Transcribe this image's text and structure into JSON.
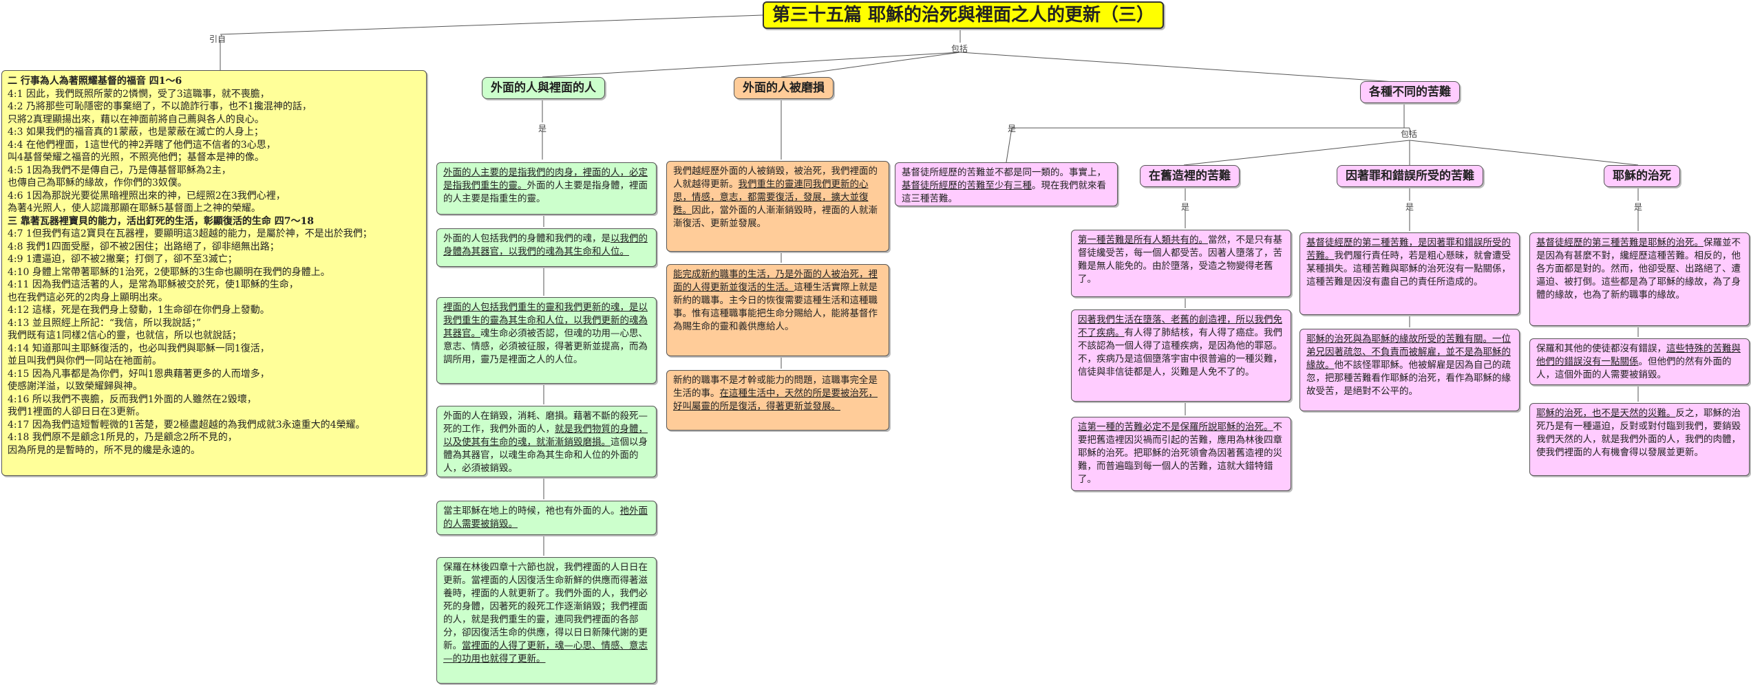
{
  "title": "第三十五篇  耶穌的治死與裡面之人的更新（三）",
  "edge_labels": {
    "cite": "引自",
    "include": "包括",
    "is": "是"
  },
  "verses": [
    {
      "t": "二    行事為人為著照耀基督的福音    四1～6",
      "b": true
    },
    {
      "t": "4:1    因此，我們既照所蒙的2憐憫，受了3這職事，就不喪膽，"
    },
    {
      "t": "4:2    乃將那些可恥隱密的事棄絕了，不以詭詐行事，也不1攙混神的話，"
    },
    {
      "t": "只將2真理顯揚出來，藉以在神面前將自己薦與各人的良心。"
    },
    {
      "t": "4:3    如果我們的福音真的1蒙蔽，也是蒙蔽在滅亡的人身上；"
    },
    {
      "t": "4:4    在他們裡面，1這世代的神2弄瞎了他們這不信者的3心思，"
    },
    {
      "t": "叫4基督榮耀之福音的光照，不照亮他們；基督本是神的像。"
    },
    {
      "t": "4:5    1因為我們不是傳自己，乃是傳基督耶穌為2主，"
    },
    {
      "t": "也傳自己為耶穌的緣故，作你們的3奴僕。"
    },
    {
      "t": "4:6    1因為那說光要從黑暗裡照出來的神，已經照2在3我們心裡，"
    },
    {
      "t": "為著4光照人，使人認識那顯在耶穌5基督面上之神的榮耀。"
    },
    {
      "t": "三    靠著瓦器裡寶貝的能力，活出釘死的生活，彰顯復活的生命    四7～18",
      "b": true
    },
    {
      "t": "4:7    1但我們有這2寶貝在瓦器裡，要顯明這3超越的能力，是屬於神，不是出於我們；"
    },
    {
      "t": "4:8    我們1四面受壓，卻不被2困住；出路絕了，卻非絕無出路；"
    },
    {
      "t": "4:9    1遭逼迫，卻不被2撇棄；打倒了，卻不至3滅亡；"
    },
    {
      "t": "4:10    身體上常帶著耶穌的1治死，2使耶穌的3生命也顯明在我們的身體上。"
    },
    {
      "t": "4:11    因為我們這活著的人，是常為耶穌被交於死，使1耶穌的生命，"
    },
    {
      "t": "也在我們這必死的2肉身上顯明出來。"
    },
    {
      "t": "4:12    這樣，死是在我們身上發動，1生命卻在你們身上發動。"
    },
    {
      "t": "4:13    並且照經上所記：“我信，所以我說話；”"
    },
    {
      "t": "我們既有這1同樣2信心的靈，也就信，所以也就說話；"
    },
    {
      "t": "4:14    知道那叫主耶穌復活的，也必叫我們與耶穌一同1復活，"
    },
    {
      "t": "並且叫我們與你們一同站在祂面前。"
    },
    {
      "t": "4:15    因為凡事都是為你們，好叫1恩典藉著更多的人而增多，"
    },
    {
      "t": "使感謝洋溢，以致榮耀歸與神。"
    },
    {
      "t": "4:16    所以我們不喪膽，反而我們1外面的人雖然在2毀壞，"
    },
    {
      "t": "我們1裡面的人卻日日在3更新。"
    },
    {
      "t": "4:17    因為我們這短暫輕微的1苦楚，要2極盡超越的為我們成就3永遠重大的4榮耀。"
    },
    {
      "t": "4:18    我們原不是顧念1所見的，乃是顧念2所不見的，"
    },
    {
      "t": "因為所見的是暫時的，所不見的纔是永遠的。"
    }
  ],
  "col1": {
    "header": "外面的人與裡面的人",
    "nodes": [
      {
        "u": "外面的人主要的是指我們的肉身，裡面的人，必定是指我們重生的靈。",
        "r": "外面的人主要是指身體，裡面的人主要是指重生的靈。"
      },
      {
        "r": "外面的人包括我們的身體和我們的魂，是",
        "u": "以我們的身體為其器官，以我們的魂為其生命和人位。",
        "order": "ru"
      },
      {
        "u": "裡面的人包括我們重生的靈和我們更新的魂，是以我們重生的靈為其生命和人位，以我們更新的魂為其器官。",
        "r": "魂生命必須被否認，但魂的功用—心思、意志、情感，必須被征服，得著更新並提高，而為調所用，靈乃是裡面之人的人位。"
      },
      {
        "r": "外面的人在銷毀，消耗、磨損。藉著不斷的殺死—死的工作，我們外面的人，",
        "u": "就是我們物質的身體，以及使其有生命的魂，就漸漸銷毀磨損。",
        "r2": "這個以身體為其器官，以魂生命為其生命和人位的外面的人，必須被銷毀。"
      },
      {
        "r": "當主耶穌在地上的時候，祂也有外面的人。",
        "u": "祂外面的人需要被銷毀。"
      },
      {
        "r": "保羅在林後四章十六節也說，我們裡面的人日日在更新。當裡面的人因復活生命新鮮的供應而得著滋養時，裡面的人就更新了。我們外面的人，我們必死的身體，因著死的殺死工作逐漸銷毀；我們裡面的人，就是我們重生的靈，連同我們裡面的各部分，卻因復活生命的供應，得以日日新陳代謝的更新。",
        "u": "當裡面的人得了更新，魂—心思、情感、意志—的功用也就得了更新。"
      }
    ]
  },
  "col2": {
    "header": "外面的人被磨損",
    "nodes": [
      {
        "r": "我們越經歷外面的人被銷毀，被治死，我們裡面的人就越得更新。",
        "u": "我們重生的靈連同我們更新的心思，情感，意志，都需要復活，發展，擴大並復甦。",
        "r2": "因此，當外面的人漸漸銷毀時，裡面的人就漸漸復活、更新並發展。"
      },
      {
        "u": "能完成新約職事的生活，乃是外面的人被治死，裡面的人得更新並復活的生活。",
        "r": "這種生活實際上就是新約的職事。主今日的恢復需要這種生活和這種職事。惟有這種職事能把生命分賜給人，能將基督作為賜生命的靈和義供應給人。"
      },
      {
        "r": "新約的職事不是才幹或能力的問題，這職事完全是生活的事。",
        "u": "在這種生活中，天然的所是要被治死，好叫屬靈的所是復活，得著更新並發展。"
      }
    ]
  },
  "col3": {
    "header": "各種不同的苦難",
    "intro": {
      "r": "基督徒所經歷的苦難並不都是同一類的。事實上，",
      "u": "基督徒所經歷的苦難至少有三種",
      "r2": "。現在我們就來看這三種苦難。"
    },
    "sub": [
      {
        "header": "在舊造裡的苦難",
        "nodes": [
          {
            "u": "第一種苦難是所有人類共有的。",
            "r": "當然，不是只有基督徒纔受苦，每一個人都受苦。因著人墮落了，苦難是無人能免的。由於墮落，受造之物變得老舊了。"
          },
          {
            "u": "因著我們生活在墮落、老舊的創造裡，所以我們免不了疾病。",
            "r": "有人得了肺結核，有人得了癌症。我們不該認為一個人得了這種疾病，是因為他的罪惡。不，疾病乃是這個墮落宇宙中很普遍的一種災難，信徒與非信徒都是人，災難是人免不了的。"
          },
          {
            "u": "這第一種的苦難必定不是保羅所說耶穌的治死。",
            "r": "不要把舊造裡因災禍而引起的苦難，應用為林後四章耶穌的治死。把耶穌的治死領會為因著舊造裡的災難，而普遍臨到每一個人的苦難，這就大錯特錯了。"
          }
        ]
      },
      {
        "header": "因著罪和錯誤所受的苦難",
        "nodes": [
          {
            "u": "基督徒經歷的第二種苦難，是因著罪和錯誤所受的苦難。",
            "r": "我們履行責任時，若是粗心懸昧，就會遭受某種損失。這種苦難與耶穌的治死沒有一點關係，這種苦難是因沒有盡自己的責任所造成的。"
          },
          {
            "u": "耶穌的治死與為耶穌的緣故所受的苦難有關。一位弟兄因著疏忽、不負責而被解雇，並不是為耶穌的緣故。",
            "r": "他不該怪罪耶穌。他被解雇是因為自己的疏忽，把那種苦難看作耶穌的治死，看作為耶穌的緣故受苦，是絕對不公平的。"
          }
        ]
      },
      {
        "header": "耶穌的治死",
        "nodes": [
          {
            "u": "基督徒經歷的第三種苦難是耶穌的治死。",
            "r": "保羅並不是因為有甚麼不對，纔經歷這種苦難。相反的，他各方面都是對的。然而，他卻受壓、出路絕了、遭逼迫、被打倒。這些都是為了耶穌的緣故，為了身體的緣故，也為了新約職事的緣故。"
          },
          {
            "r": "保羅和其他的使徒都沒有錯誤，",
            "u": "這些特殊的苦難與他們的錯誤沒有一點關係",
            "r2": "。但他們的然有外面的人，這個外面的人需要被銷毀。"
          },
          {
            "u": "耶穌的治死，也不是天然的災難。",
            "r": "反之，耶穌的治死乃是有一種逼迫，反對或對付臨到我們，要銷毀我們天然的人，就是我們外面的人，我們的肉體，使我們裡面的人有機會得以發展並更新。"
          }
        ]
      }
    ]
  }
}
